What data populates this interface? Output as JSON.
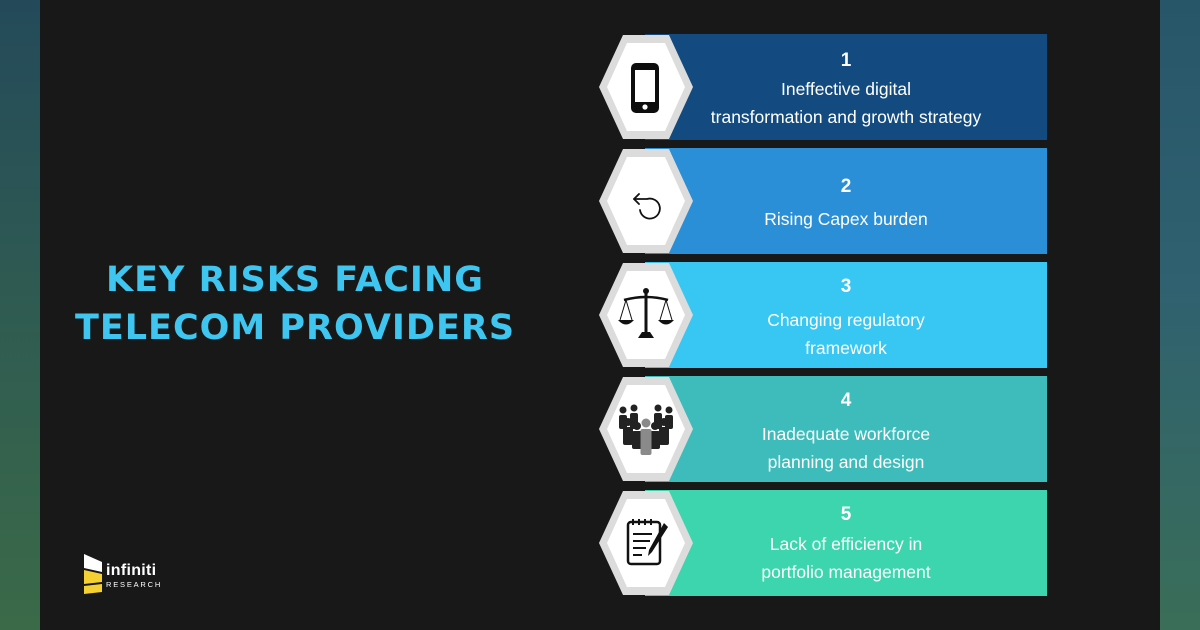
{
  "title": {
    "line1": "KEY RISKS FACING",
    "line2": "TELECOM PROVIDERS"
  },
  "logo": {
    "name": "infiniti",
    "subtitle": "RESEARCH"
  },
  "steps": [
    {
      "number": "1",
      "line1": "Ineffective digital",
      "line2": "transformation and growth strategy",
      "icon": "smartphone-icon",
      "color": "#134b80"
    },
    {
      "number": "2",
      "line1": "Rising Capex burden",
      "line2": "",
      "icon": "redo-arrow-icon",
      "color": "#2a8fd6"
    },
    {
      "number": "3",
      "line1": "Changing regulatory",
      "line2": "framework",
      "icon": "scales-of-justice-icon",
      "color": "#38c6f2"
    },
    {
      "number": "4",
      "line1": "Inadequate workforce",
      "line2": "planning and design",
      "icon": "team-people-icon",
      "color": "#3dbcbb"
    },
    {
      "number": "5",
      "line1": "Lack of efficiency in",
      "line2": "portfolio management",
      "icon": "clipboard-pen-icon",
      "color": "#3dd5ad"
    }
  ],
  "colors": {
    "title": "#3fc6f0",
    "background": "#181818",
    "logo_accent": "#f5d033"
  }
}
